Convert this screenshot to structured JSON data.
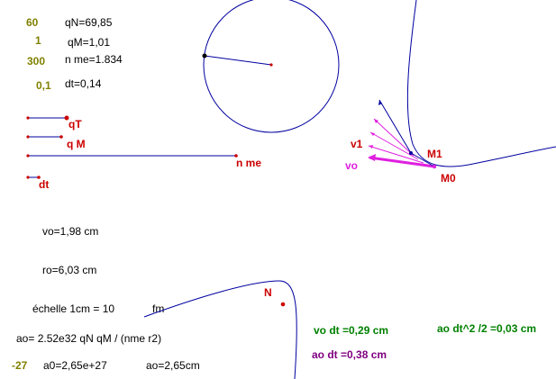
{
  "params": {
    "qN_control": "60",
    "qN_text": "qN=69,85",
    "qM_control": "1",
    "qM_text": "qM=1,01",
    "nme_control": "300",
    "nme_text": "n me=1.834",
    "dt_control": "0,1",
    "dt_text": "dt=0,14"
  },
  "sliders": {
    "qT_label": "qT",
    "qM_label": "q M",
    "nme_label": "n me",
    "dt_label": "dt"
  },
  "measures": {
    "vo": "vo=1,98  cm",
    "ro": "ro=6,03  cm",
    "scale": "échelle 1cm =  10",
    "scale_unit": "fm",
    "formula": "ao= 2.52e32 qN qM / (nme r2)",
    "exponent_control": "-27",
    "a0_sci": "a0=2,65e+27",
    "ao_cm": "ao=2,65cm",
    "vo_dt": "vo dt =0,29  cm",
    "ao_dt2": "ao dt^2 /2 =0,03  cm",
    "ao_dt": "ao dt =0,38 cm"
  },
  "figure": {
    "N_label": "N",
    "M1_label": "M1",
    "M0_label": "M0",
    "v1_label": "v1",
    "vo_label": "vo"
  },
  "colors": {
    "curve": "#0000a0",
    "red": "#cc0000",
    "magenta": "#e020e0",
    "olive": "#808000",
    "green": "#008000",
    "purple": "#800080"
  }
}
